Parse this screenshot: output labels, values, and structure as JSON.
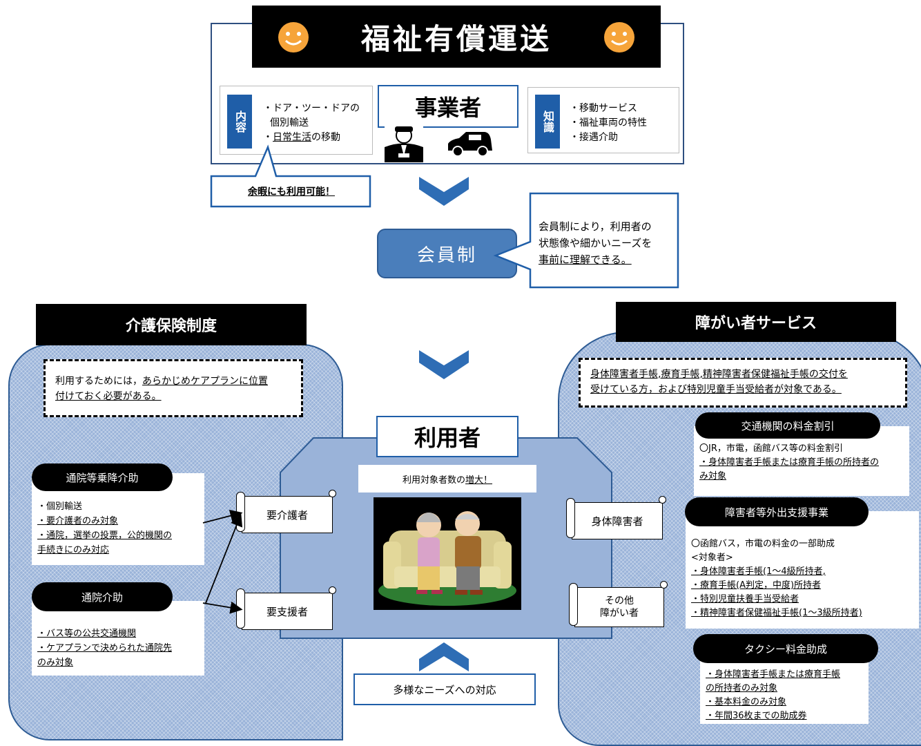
{
  "top": {
    "title": "福祉有償運送",
    "content_tag": "内容",
    "content_lines": [
      "・ドア・ツー・ドアの",
      "個別輸送",
      "・",
      "日常生活",
      "の移動"
    ],
    "operator_label": "事業者",
    "knowledge_tag": "知識",
    "knowledge_lines": [
      "・移動サービス",
      "・福祉車両の特性",
      "・接遇介助"
    ],
    "callout": "余暇にも利用可能！"
  },
  "membership": {
    "label": "会員制",
    "note_line1": "会員制により，利用者の",
    "note_line2": "状態像や細かいニーズを",
    "note_line3": "事前に理解できる。"
  },
  "center": {
    "title": "利用者",
    "count_prefix": "利用対象者数の",
    "count_emph": "増大！",
    "needs": "多様なニーズへの対応"
  },
  "care": {
    "title": "介護保険制度",
    "note_prefix": "利用するためには，",
    "note_u1": "あらかじめケアプランに位置",
    "note_u2": "付けておく必要がある。",
    "pill1": "通院等乗降介助",
    "box1": [
      "・個別輸送",
      "・要介護者のみ対象",
      "・通院，選挙の投票，公的機関の",
      "手続きにのみ対応"
    ],
    "pill2": "通院介助",
    "box2": [
      "・バス等の公共交通機関",
      "・ケアプランで決められた通院先",
      "のみ対象"
    ],
    "scroll1": "要介護者",
    "scroll2": "要支援者"
  },
  "disability": {
    "title": "障がい者サービス",
    "note1": "身体障害者手帳,療育手帳,精神障害者保健福祉手帳の交付を",
    "note2": "受けている方，および特別児童手当受給者が対象である。",
    "scroll1": "身体障害者",
    "scroll2a": "その他",
    "scroll2b": "障がい者",
    "pill1": "交通機関の料金割引",
    "box1": [
      "〇JR，市電，函館バス等の料金割引",
      "・身体障害者手帳または療育手帳の所持者の",
      "み対象"
    ],
    "pill2": "障害者等外出支援事業",
    "box2": [
      "〇函館バス，市電の料金の一部助成",
      "<対象者>",
      "・身体障害者手帳(1～4級所持者,",
      "・療育手帳(A判定，中度)所持者",
      "・特別児童扶養手当受給者",
      "・精神障害者保健福祉手帳(1～3級所持者)"
    ],
    "pill3": "タクシー料金助成",
    "box3": [
      "・身体障害者手帳または療育手帳",
      "の所持者のみ対象",
      "・基本料金のみ対象",
      "・年間36枚までの助成券"
    ]
  },
  "colors": {
    "accent_blue": "#1f5ea8",
    "panel_blue": "#9ab3d9",
    "callout_blue": "#4a7ebb"
  }
}
